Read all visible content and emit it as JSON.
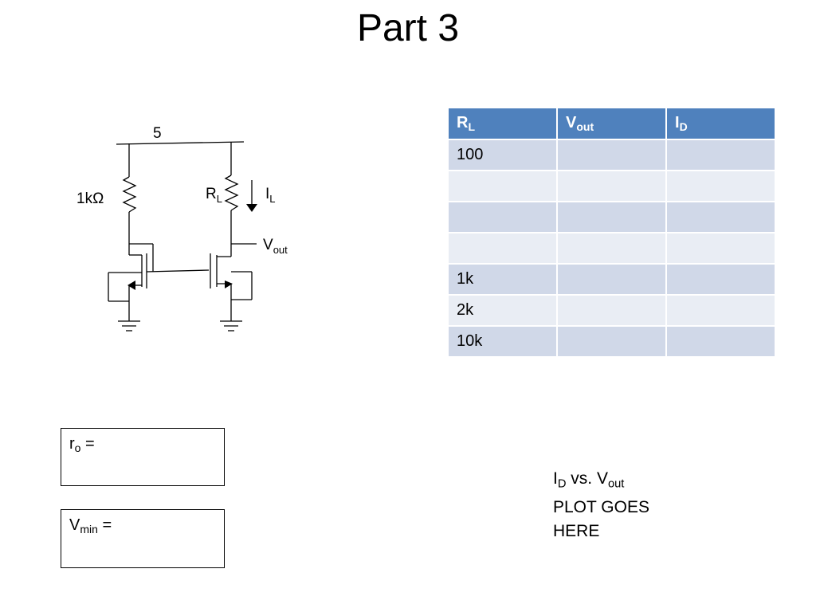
{
  "title": "Part 3",
  "circuit": {
    "supply_label": "5",
    "resistor_left": "1kΩ",
    "resistor_right": {
      "main": "R",
      "sub": "L"
    },
    "current": {
      "main": "I",
      "sub": "L"
    },
    "output": {
      "main": "V",
      "sub": "out"
    }
  },
  "table": {
    "headers": [
      {
        "main": "R",
        "sub": "L"
      },
      {
        "main": "V",
        "sub": "out"
      },
      {
        "main": "I",
        "sub": "D"
      }
    ],
    "rows": [
      [
        "100",
        "",
        ""
      ],
      [
        "",
        "",
        ""
      ],
      [
        "",
        "",
        ""
      ],
      [
        "",
        "",
        ""
      ],
      [
        "1k",
        "",
        ""
      ],
      [
        "2k",
        "",
        ""
      ],
      [
        "10k",
        "",
        ""
      ]
    ]
  },
  "ro_box": {
    "main": "r",
    "sub": "o",
    "suffix": " ="
  },
  "vmin_box": {
    "main": "V",
    "sub": "min",
    "suffix": " ="
  },
  "plot_note": {
    "line1": {
      "main": "I",
      "sub": "D",
      "mid": " vs. V",
      "sub2": "out"
    },
    "line2": "PLOT GOES",
    "line3": "HERE"
  }
}
